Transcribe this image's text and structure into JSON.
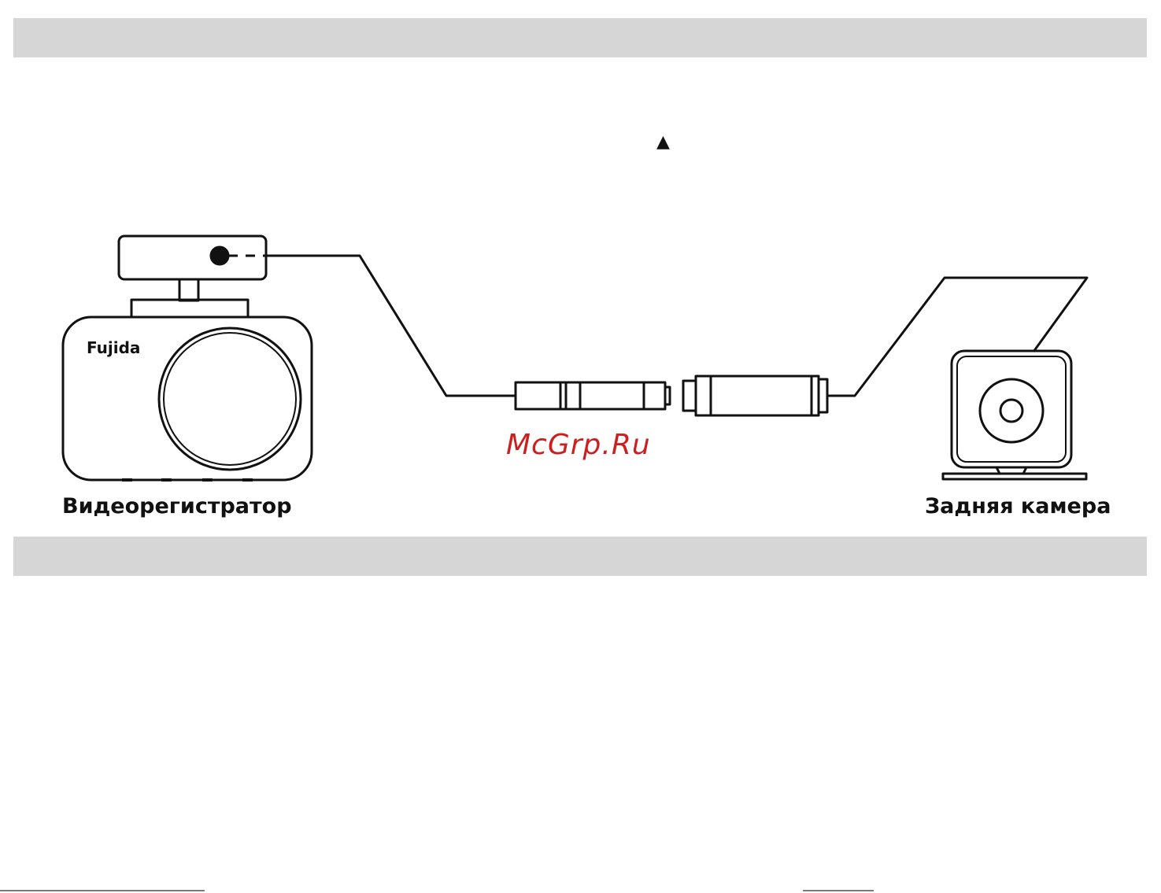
{
  "diagram": {
    "arrow_glyph": "▲",
    "recorder": {
      "brand": "Fujida",
      "caption": "Видеорегистратор"
    },
    "rear_camera": {
      "caption": "Задняя камера"
    },
    "watermark": "McGrp.Ru"
  }
}
